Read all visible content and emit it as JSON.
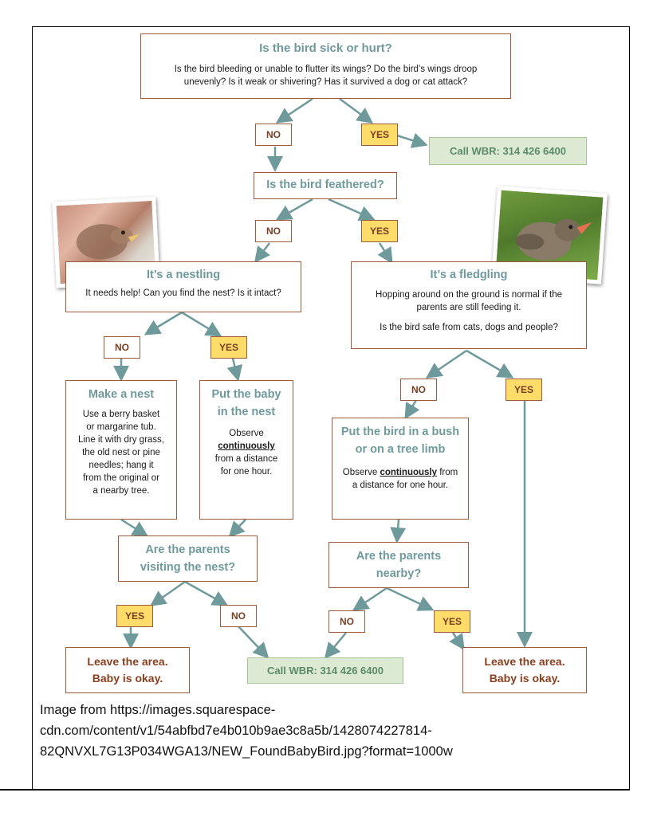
{
  "flowchart": {
    "q1": {
      "title": "Is the bird sick or hurt?",
      "line1": "Is the bird bleeding or unable to flutter its wings? Do the bird’s wings droop",
      "line2": "unevenly? Is it weak or shivering? Has it survived a dog or cat attack?"
    },
    "no_label": "NO",
    "yes_label": "YES",
    "call_wbr": "Call WBR: 314 426 6400",
    "q2": {
      "title": "Is the bird feathered?"
    },
    "nestling": {
      "title": "It’s a nestling",
      "text": "It needs help! Can you find the nest? Is it intact?"
    },
    "fledgling": {
      "title": "It’s a fledgling",
      "line1": "Hopping around on the ground is normal if the",
      "line2": "parents are still feeding it.",
      "line3": "Is the bird safe from cats, dogs and people?"
    },
    "make_nest": {
      "title": "Make a nest",
      "lines": [
        "Use a berry basket",
        "or margarine tub.",
        "Line it with dry grass,",
        "the old nest or pine",
        "needles; hang it",
        "from the original or",
        "a nearby tree."
      ]
    },
    "put_baby": {
      "title1": "Put the baby",
      "title2": "in the nest",
      "line1": "Observe",
      "emphasis": "continuously",
      "line3": "from a distance",
      "line4": "for one hour."
    },
    "put_bird": {
      "title1": "Put the bird in a bush",
      "title2": "or on a tree limb",
      "observe": "Observe",
      "emphasis": "continuously",
      "from": "from",
      "line2": "a distance for one hour."
    },
    "parents_visiting": {
      "title1": "Are the parents",
      "title2": "visiting the nest?"
    },
    "parents_nearby": {
      "title1": "Are the parents",
      "title2": "nearby?"
    },
    "leave": {
      "line1": "Leave the area.",
      "line2": "Baby is okay."
    }
  },
  "caption": {
    "line1": "Image from  https://images.squarespace-",
    "line2": "cdn.com/content/v1/54abfbd7e4b010b9ae3c8a5b/1428074227814-",
    "line3": "82QNVXL7G13P034WGA13/NEW_FoundBabyBird.jpg?format=1000w"
  },
  "colors": {
    "title_teal": "#6f9a9c",
    "box_border": "#9b5a3c",
    "yes_fill": "#fddc6a",
    "call_fill": "#dcead4",
    "arrow": "#6f9a9c"
  },
  "icons": [
    "nestling-photo",
    "fledgling-photo"
  ]
}
